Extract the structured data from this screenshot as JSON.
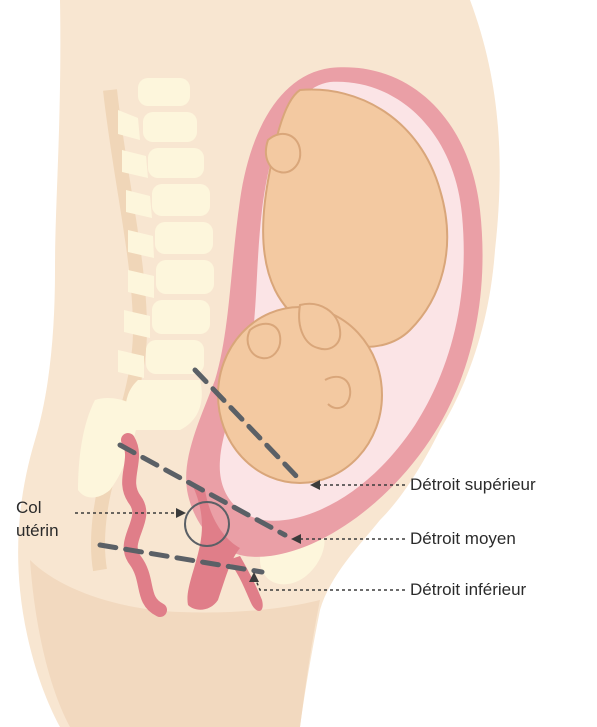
{
  "labels": {
    "detroit_superieur": "Détroit supérieur",
    "detroit_moyen": "Détroit moyen",
    "detroit_inferieur": "Détroit inférieur",
    "col_uterin_line1": "Col",
    "col_uterin_line2": "utérin"
  },
  "colors": {
    "skin": "#f8e6d1",
    "skin_shadow": "#efd3b6",
    "uterus": "#ea9fa6",
    "uterus_dark": "#e07e89",
    "fetus": "#f3c9a1",
    "fetus_outline": "#d9a67a",
    "bone": "#fdf6dc",
    "dashed_line": "#5b6066",
    "text": "#2b2b2b"
  }
}
